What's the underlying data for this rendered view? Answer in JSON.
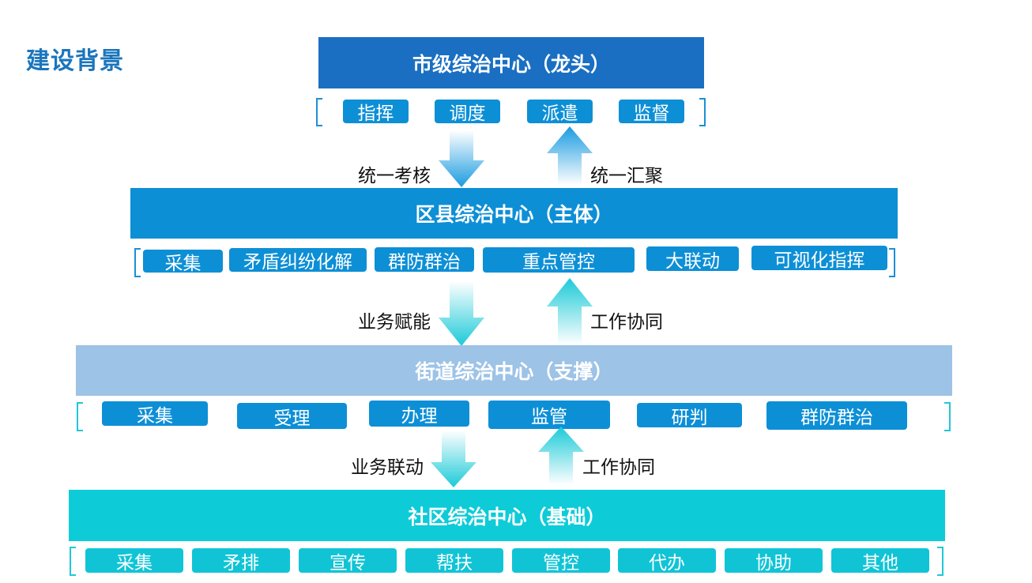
{
  "page_title": "建设背景",
  "levels": {
    "city": {
      "title": "市级综治中心（龙头）",
      "functions": [
        "指挥",
        "调度",
        "派遣",
        "监督"
      ],
      "color": "#1a6fc2"
    },
    "district": {
      "title": "区县综治中心（主体）",
      "functions": [
        "采集",
        "矛盾纠纷化解",
        "群防群治",
        "重点管控",
        "大联动",
        "可视化指挥"
      ],
      "color": "#0d8fd6"
    },
    "street": {
      "title": "街道综治中心（支撑）",
      "functions": [
        "采集",
        "受理",
        "办理",
        "监管",
        "研判",
        "群防群治"
      ],
      "color": "#9dc3e6"
    },
    "community": {
      "title": "社区综治中心（基础）",
      "functions": [
        "采集",
        "矛排",
        "宣传",
        "帮扶",
        "管控",
        "代办",
        "协助",
        "其他"
      ],
      "color": "#0ecbd8"
    }
  },
  "flows": {
    "city_district": {
      "down": "统一考核",
      "up": "统一汇聚"
    },
    "district_street": {
      "down": "业务赋能",
      "up": "工作协同"
    },
    "street_community": {
      "down": "业务联动",
      "up": "工作协同"
    }
  },
  "colors": {
    "title": "#1b75bc",
    "pill_blue": "#0d8fd6",
    "pill_cyan": "#10c4d6",
    "bracket_blue": "#1b8fd8",
    "bracket_cyan": "#22c6d8"
  },
  "icons": {
    "down_arrow": "down-arrow-icon",
    "up_arrow": "up-arrow-icon",
    "bracket": "bracket-icon"
  }
}
